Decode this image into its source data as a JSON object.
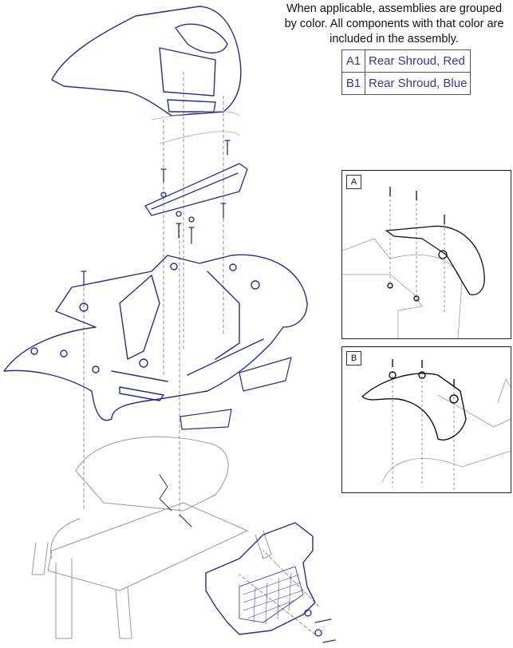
{
  "note": "When applicable, assemblies are grouped by color. All components with that color are included in the assembly.",
  "legend": [
    {
      "code": "A1",
      "description": "Rear Shroud, Red"
    },
    {
      "code": "B1",
      "description": "Rear Shroud, Blue"
    }
  ],
  "details": [
    {
      "label": "A"
    },
    {
      "label": "B"
    }
  ],
  "colors": {
    "part_outline": "#2e2a8c",
    "frame_outline": "#999999",
    "legend_text": "#3d3590"
  }
}
